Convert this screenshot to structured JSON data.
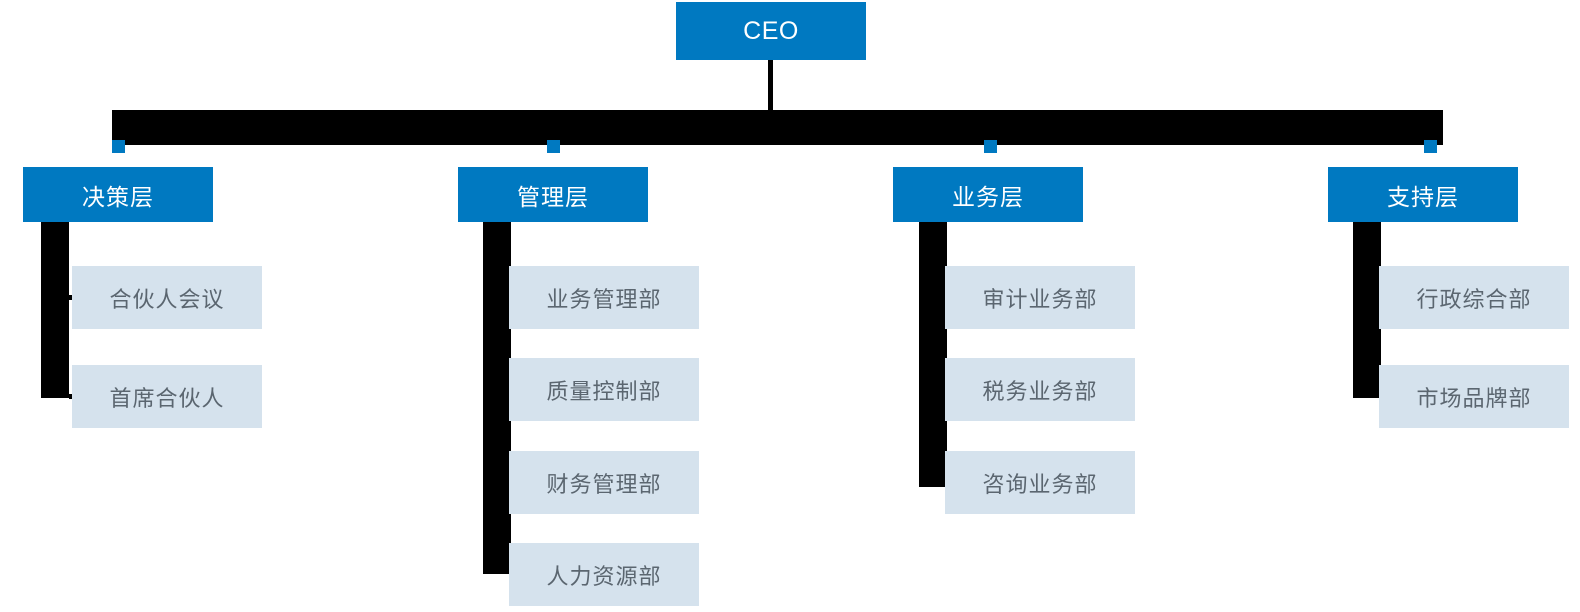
{
  "chart": {
    "type": "org-chart",
    "title": "CEO",
    "colors": {
      "node_primary": "#0079c1",
      "node_primary_text": "#ffffff",
      "leaf_background": "#d5e2ed",
      "leaf_text": "#5b6670",
      "connector": "#000000"
    },
    "root": {
      "label": "CEO"
    },
    "branches": [
      {
        "label": "决策层",
        "children": [
          {
            "label": "合伙人会议"
          },
          {
            "label": "首席合伙人"
          }
        ]
      },
      {
        "label": "管理层",
        "children": [
          {
            "label": "业务管理部"
          },
          {
            "label": "质量控制部"
          },
          {
            "label": "财务管理部"
          },
          {
            "label": "人力资源部"
          }
        ]
      },
      {
        "label": "业务层",
        "children": [
          {
            "label": "审计业务部"
          },
          {
            "label": "税务业务部"
          },
          {
            "label": "咨询业务部"
          }
        ]
      },
      {
        "label": "支持层",
        "children": [
          {
            "label": "行政综合部"
          },
          {
            "label": "市场品牌部"
          }
        ]
      }
    ]
  }
}
